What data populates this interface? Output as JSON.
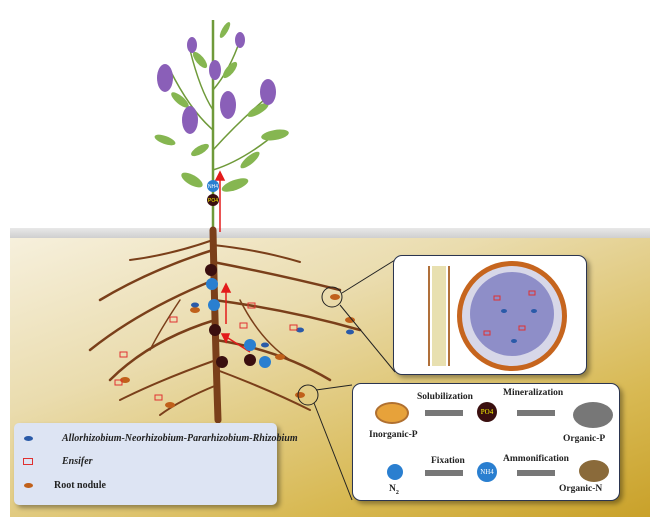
{
  "stem_labels": [
    "NH4",
    "PO4"
  ],
  "process_box": {
    "solubilization": "Solubilization",
    "mineralization": "Mineralization",
    "fixation": "Fixation",
    "ammonification": "Ammonification",
    "inorganic_p": "Inorganic-P",
    "organic_p": "Organic-P",
    "n2": "N",
    "n2_sub": "2",
    "organic_n": "Organic-N",
    "po4": "PO4",
    "nh4": "NH4"
  },
  "legend": {
    "items": [
      {
        "label": "Allorhizobium-Neorhizobium-Pararhizobium-Rhizobium",
        "icon": "blue-bacterium-icon",
        "color": "#2a5aa8"
      },
      {
        "label": "Ensifer",
        "icon": "red-bacterium-icon",
        "color": "#e03030"
      },
      {
        "label": "Root nodule",
        "icon": "root-nodule-icon",
        "color": "#c0601a"
      }
    ]
  },
  "colors": {
    "root": "#7a3f1a",
    "arrow": "#e31b1b",
    "flower": "#8a5fb8",
    "leaf": "#7fb04a",
    "nh4": "#2a7fd0",
    "po4": "#3a0f0f"
  }
}
